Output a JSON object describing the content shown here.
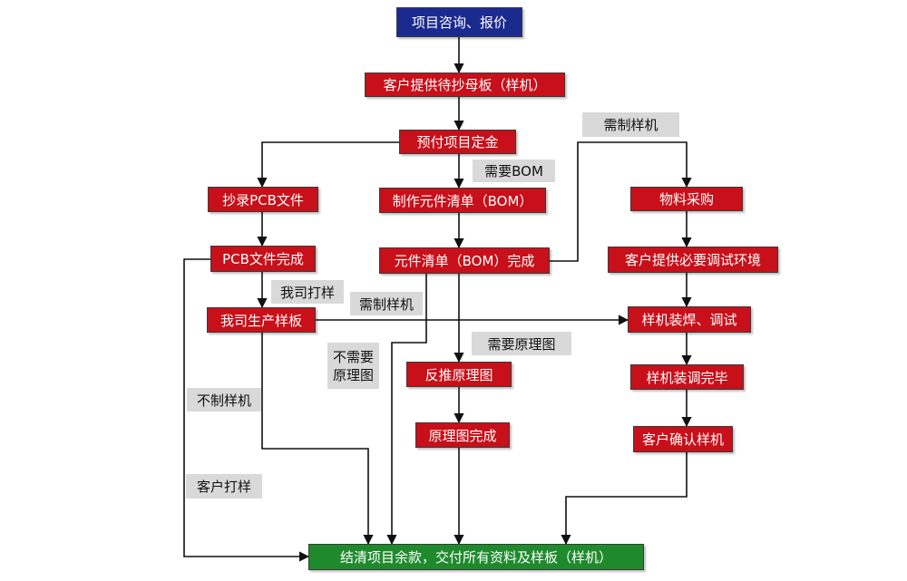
{
  "nodes": {
    "start": "项目咨询、报价",
    "provide_board": "客户提供待抄母板（样机）",
    "deposit": "预付项目定金",
    "copy_pcb": "抄录PCB文件",
    "make_bom": "制作元件清单（BOM）",
    "purchase": "物料采购",
    "pcb_done": "PCB文件完成",
    "bom_done": "元件清单（BOM）完成",
    "test_env": "客户提供必要调试环境",
    "produce_board": "我司生产样板",
    "assemble": "样机装焊、调试",
    "reverse_schematic": "反推原理图",
    "debug_done": "样机装调完毕",
    "schematic_done": "原理图完成",
    "confirm": "客户确认样机",
    "final": "结清项目余款，交付所有资料及样板（样机）"
  },
  "labels": {
    "need_prototype_top": "需制样机",
    "need_bom": "需要BOM",
    "our_print": "我司打样",
    "need_prototype_mid": "需制样机",
    "no_schematic_1": "不需要",
    "no_schematic_2": "原理图",
    "need_schematic": "需要原理图",
    "no_prototype": "不制样机",
    "client_print": "客户打样"
  },
  "colors": {
    "process_box": "#c8101a",
    "start_box": "#1b2a8f",
    "end_box": "#1f8a2c",
    "condition_label": "#d9d9d9",
    "connector": "#111111"
  }
}
